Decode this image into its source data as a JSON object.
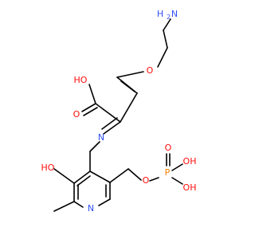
{
  "structure": {
    "colors": {
      "bond": "#000000",
      "oxygen": "#ff0d0d",
      "nitrogen": "#3050f8",
      "phosphorus": "#ff8000",
      "background": "#ffffff"
    },
    "labels": {
      "amino_h2n": "H",
      "amino_h_sub": "2",
      "amino_n": "N",
      "carboxyl_oh": "HO",
      "carboxyl_o": "O",
      "ether_o": "O",
      "imine_n": "N",
      "hydroxy_oh": "HO",
      "pyridine_n": "N",
      "ester_o": "O",
      "phosphorus": "P",
      "phosphoryl_o": "O",
      "phosphate_oh_top": "OH",
      "phosphate_oh_bottom": "OH"
    }
  }
}
